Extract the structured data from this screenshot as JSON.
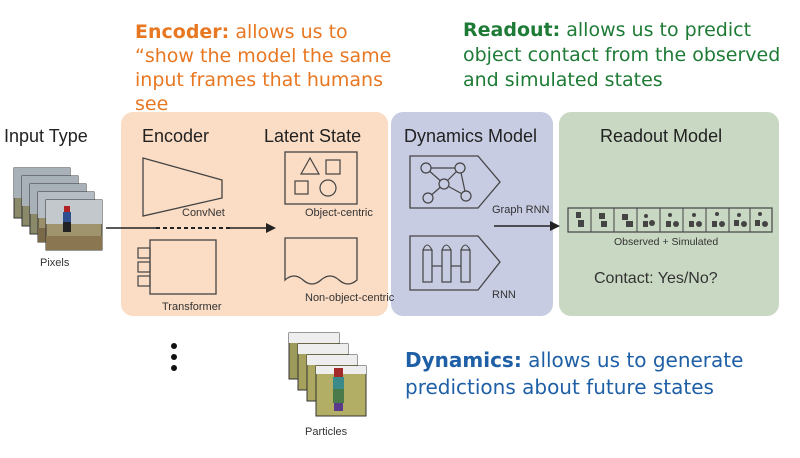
{
  "callouts": {
    "encoder": {
      "head": "Encoder:",
      "body": " allows us to “show the model the same input frames that humans see",
      "color": "#E87722"
    },
    "readout": {
      "head": "Readout:",
      "body": " allows us to predict object contact from the observed and simulated states",
      "color": "#1E7B36"
    },
    "dynamics": {
      "head": "Dynamics:",
      "body": " allows us to generate predictions about future states",
      "color": "#1F5FA6"
    }
  },
  "headers": {
    "input_type": "Input Type",
    "encoder": "Encoder",
    "latent_state": "Latent State",
    "dynamics_model": "Dynamics Model",
    "readout_model": "Readout Model"
  },
  "labels": {
    "pixels": "Pixels",
    "convnet": "ConvNet",
    "transformer": "Transformer",
    "object_centric": "Object-centric",
    "non_object_centric": "Non-object-centric",
    "graph_rnn": "Graph RNN",
    "rnn": "RNN",
    "observed_simulated": "Observed + Simulated",
    "contact": "Contact: Yes/No?",
    "particles": "Particles"
  },
  "colors": {
    "encoder_panel": "#FBDCC4",
    "dynamics_panel": "#C8CCE3",
    "readout_panel": "#C9D8C3"
  }
}
